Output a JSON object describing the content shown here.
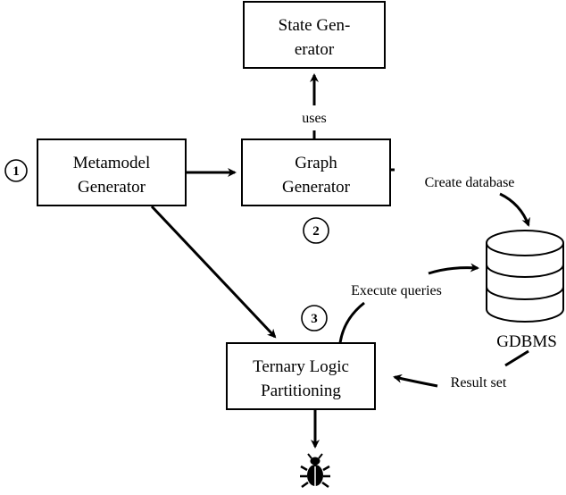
{
  "nodes": {
    "state_generator": {
      "line1": "State Gen-",
      "line2": "erator"
    },
    "metamodel_generator": {
      "line1": "Metamodel",
      "line2": "Generator"
    },
    "graph_generator": {
      "line1": "Graph",
      "line2": "Generator"
    },
    "ternary": {
      "line1": "Ternary Logic",
      "line2": "Partitioning"
    },
    "gdbms": {
      "label": "GDBMS"
    }
  },
  "edges": {
    "uses": "uses",
    "create_database": "Create database",
    "execute_queries": "Execute queries",
    "result_set": "Result set"
  },
  "steps": {
    "one": "1",
    "two": "2",
    "three": "3"
  },
  "icons": {
    "output": "bug-icon"
  },
  "colors": {
    "stroke": "#000000",
    "fill": "#ffffff"
  }
}
